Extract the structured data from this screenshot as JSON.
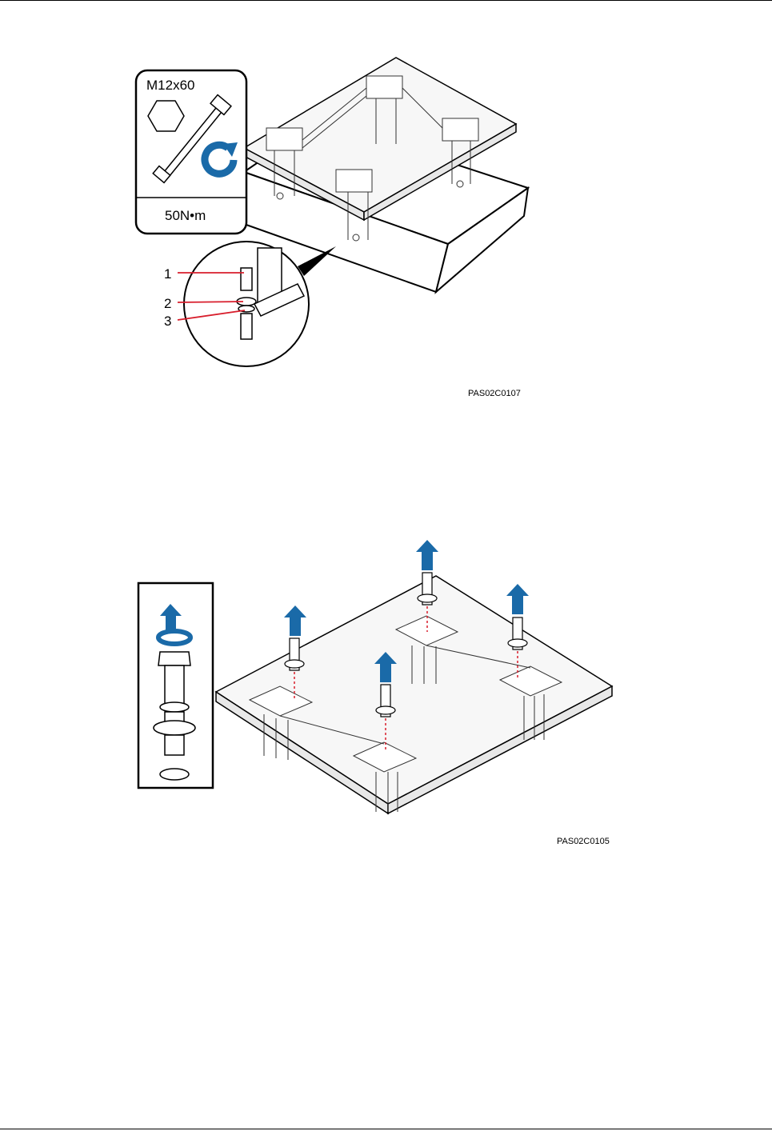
{
  "figure1": {
    "tool_panel": {
      "bolt_spec": "M12x60",
      "torque": "50N•m"
    },
    "callouts": [
      "1",
      "2",
      "3"
    ],
    "figure_id": "PAS02C0107"
  },
  "figure2": {
    "figure_id": "PAS02C0105"
  },
  "colors": {
    "accent_blue": "#1a6aa8",
    "callout_red": "#d81e2c",
    "line": "#000000"
  }
}
